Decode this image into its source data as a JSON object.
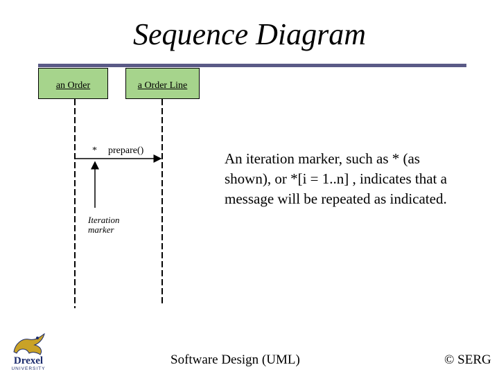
{
  "slide": {
    "title": "Sequence Diagram"
  },
  "diagram": {
    "objects": [
      {
        "label": "an Order"
      },
      {
        "label": "a Order Line"
      }
    ],
    "message": {
      "marker": "*",
      "label": "prepare()"
    },
    "iteration_label_line1": "Iteration",
    "iteration_label_line2": "marker"
  },
  "note": {
    "text": "An iteration marker, such as * (as shown), or  *[i = 1..n]  , indicates that a message will be repeated as indicated."
  },
  "footer": {
    "course": "Software Design (UML)",
    "copyright": "© SERG",
    "logo_text": "Drexel",
    "logo_sub": "UNIVERSITY"
  },
  "colors": {
    "object_fill": "#a6d48c",
    "rule": "#5a5a86",
    "logo": "#1a2a6c",
    "logo_gold": "#c9a227"
  },
  "icons": {
    "logo": "drexel-dragon-logo"
  }
}
